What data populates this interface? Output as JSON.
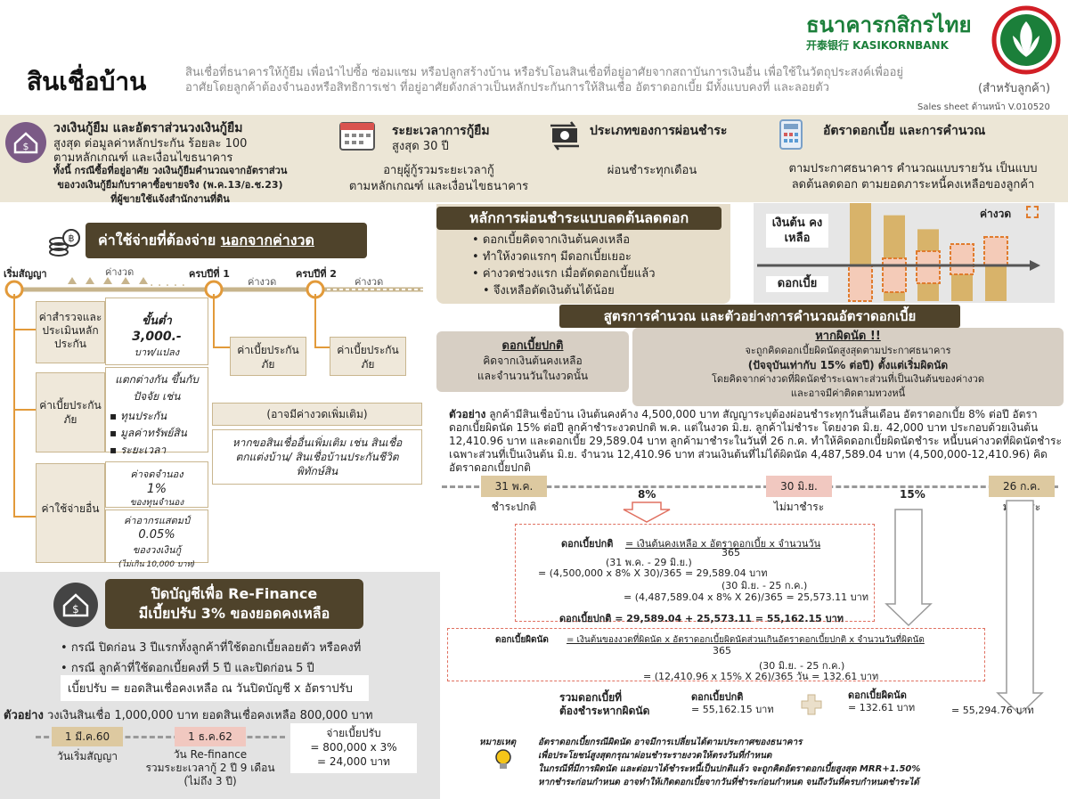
{
  "brand": {
    "name_th": "ธนาคารกสิกรไทย",
    "name_en": "开泰银行 KASIKORNBANK",
    "color": "#1b7f3a"
  },
  "header": {
    "title": "สินเชื่อบ้าน",
    "desc": "สินเชื่อที่ธนาคารให้กู้ยืม เพื่อนำไปซื้อ ซ่อมแซม หรือปลูกสร้างบ้าน หรือรับโอนสินเชื่อที่อยู่อาศัยจากสถาบันการเงินอื่น เพื่อใช้ในวัตถุประสงค์เพื่ออยู่อาศัยโดยลูกค้าต้องจำนองหรือสิทธิการเช่า ที่อยู่อาศัยดังกล่าวเป็นหลักประกันการให้สินเชื่อ อัตราดอกเบี้ย มีทั้งแบบคงที่ และลอยตัว",
    "audience": "(สำหรับลูกค้า)",
    "version": "Sales sheet ด้านหน้า V.010520"
  },
  "features": {
    "loan": {
      "title": "วงเงินกู้ยืม และอัตราส่วนวงเงินกู้ยืม",
      "l1": "สูงสุด ต่อมูลค่าหลักประกัน ร้อยละ 100",
      "l2": "ตามหลักเกณฑ์ และเงื่อนไขธนาคาร",
      "l3": "ทั้งนี้ กรณีซื้อที่อยู่อาศัย วงเงินกู้ยืมคำนวณจากอัตราส่วน",
      "l4": "ของวงเงินกู้ยืมกับราคาซื้อขายจริง (พ.ค.13/อ.ช.23)",
      "l5": "ที่ผู้ขายใช้แจ้งสำนักงานที่ดิน"
    },
    "term": {
      "title": "ระยะเวลาการกู้ยืม",
      "l1": "สูงสุด 30 ปี",
      "l2": "อายุผู้กู้รวมระยะเวลากู้",
      "l3": "ตามหลักเกณฑ์ และเงื่อนไขธนาคาร"
    },
    "repay": {
      "title": "ประเภทของการผ่อนชำระ",
      "l1": "ผ่อนชำระทุกเดือน"
    },
    "rate": {
      "title": "อัตราดอกเบี้ย และการคำนวณ",
      "l1": "ตามประกาศธนาคาร คำนวณแบบรายวัน เป็นแบบ",
      "l2": "ลดต้นลดดอก ตามยอดภาระหนี้คงเหลือของลูกค้า"
    }
  },
  "costs": {
    "title_a": "ค่าใช้จ่ายที่ต้องจ่าย ",
    "title_b": "นอกจากค่างวด",
    "start": "เริ่มสัญญา",
    "inst": "ค่างวด",
    "y1": "ครบปีที่ 1",
    "y2": "ครบปีที่ 2",
    "appraisal": {
      "label": "ค่าสำรวจและประเมินหลักประกัน",
      "min": "ขั้นต่ำ",
      "amount": "3,000.-",
      "unit": "บาท/แปลง"
    },
    "insurance": {
      "label": "ค่าเบี้ยประกันภัย",
      "head": "แตกต่างกัน ขึ้นกับปัจจัย เช่น",
      "b1": "ทุนประกัน",
      "b2": "มูลค่าทรัพย์สิน",
      "b3": "ระยะเวลา"
    },
    "ins_box": "ค่าเบี้ยประกันภัย",
    "may_have": "(อาจมีค่างวดเพิ่มเติม)",
    "extra": "หากขอสินเชื่ออื่นเพิ่มเติม เช่น สินเชื่อตกแต่งบ้าน/ สินเชื่อบ้านประกันชีวิตพิทักษ์สิน",
    "other": {
      "label": "ค่าใช้จ่ายอื่น",
      "mort_a": "ค่าจดจำนอง",
      "mort_b": "1%",
      "mort_c": "ของทุนจำนอง",
      "stamp_a": "ค่าอากรแสตมป์",
      "stamp_b": "0.05%",
      "stamp_c": "ของวงเงินกู้",
      "stamp_d": "(ไม่เกิน 10,000 บาท)"
    }
  },
  "refi": {
    "t1": "ปิดบัญชีเพื่อ Re-Finance",
    "t2": "มีเบี้ยปรับ 3% ของยอดคงเหลือ",
    "b1": "กรณี ปิดก่อน 3 ปีแรกทั้งลูกค้าที่ใช้ดอกเบี้ยลอยตัว หรือคงที่",
    "b2": "กรณี ลูกค้าที่ใช้ดอกเบี้ยคงที่ 5 ปี และปิดก่อน 5 ปี",
    "formula": "เบี้ยปรับ = ยอดสินเชื่อคงเหลือ ณ วันปิดบัญชี x อัตราปรับ",
    "ex_label": "ตัวอย่าง",
    "ex": "วงเงินสินเชื่อ 1,000,000 บาท ยอดสินเชื่อคงเหลือ 800,000 บาท",
    "d1": "1 มี.ค.60",
    "d1l": "วันเริ่มสัญญา",
    "d2": "1 ธ.ค.62",
    "d2l1": "วัน Re-finance",
    "d2l2": "รวมระยะเวลากู้ 2 ปี 9 เดือน",
    "d2l3": "(ไม่ถึง 3 ปี)",
    "pay1": "จ่ายเบี้ยปรับ",
    "pay2": "= 800,000 x 3%",
    "pay3": "= 24,000 บาท"
  },
  "principle": {
    "title": "หลักการผ่อนชำระแบบลดต้นลดดอก",
    "b1": "ดอกเบี้ยคิดจากเงินต้นคงเหลือ",
    "b2": "ทำให้งวดแรกๆ มีดอกเบี้ยเยอะ",
    "b3": "ค่างวดช่วงแรก เมื่อตัดดอกเบี้ยแล้ว",
    "b4": "จึงเหลือตัดเงินต้นได้น้อย",
    "principal": "เงินต้น คงเหลือ",
    "interest": "ดอกเบี้ย",
    "inst": "ค่างวด",
    "bars": [
      1.0,
      0.86,
      0.72,
      0.57,
      0.42
    ]
  },
  "formula": {
    "title": "สูตรการคำนวณ และตัวอย่างการคำนวณอัตราดอกเบี้ย",
    "normal": {
      "t": "ดอกเบี้ยปกติ",
      "l1": "คิดจากเงินต้นคงเหลือ",
      "l2": "และจำนวนวันในงวดนั้น"
    },
    "default": {
      "t": "หากผิดนัด !!",
      "l1": "จะถูกคิดดอกเบี้ยผิดนัดสูงสุดตามประกาศธนาคาร",
      "l2": "(ปัจจุบันเท่ากับ 15% ต่อปี) ตั้งแต่เริ่มผิดนัด",
      "l3": "โดยคิดจากค่างวดที่ผิดนัดชำระเฉพาะส่วนที่เป็นเงินต้นของค่างวด",
      "l4": "และอาจมีค่าติดตามทวงหนี้"
    },
    "ex_label": "ตัวอย่าง",
    "ex": "ลูกค้ามีสินเชื่อบ้าน เงินต้นคงค้าง 4,500,000 บาท สัญญาระบุต้องผ่อนชำระทุกวันสิ้นเดือน อัตราดอกเบี้ย 8% ต่อปี อัตราดอกเบี้ยผิดนัด 15% ต่อปี ลูกค้าชำระงวดปกติ พ.ค. แต่ในงวด มิ.ย. ลูกค้าไม่ชำระ โดยงวด มิ.ย. 42,000 บาท ประกอบด้วยเงินต้น 12,410.96 บาท และดอกเบี้ย 29,589.04 บาท ลูกค้ามาชำระในวันที่ 26 ก.ค. ทำให้คิดดอกเบี้ยผิดนัดชำระ หนี้บนค่างวดที่ผิดนัดชำระเฉพาะส่วนที่เป็นเงินต้น มิ.ย. จำนวน 12,410.96 บาท ส่วนเงินต้นที่ไม่ได้ผิดนัด 4,487,589.04 บาท (4,500,000-12,410.96) คิดอัตราดอกเบี้ยปกติ",
    "t1": "31 พ.ค.",
    "t1l": "ชำระปกติ",
    "t2": "30 มิ.ย.",
    "t2l": "ไม่มาชำระ",
    "t3": "26 ก.ค.",
    "t3l": "มาชำระ",
    "r1": "8%",
    "r2": "15%",
    "c1_label": "ดอกเบี้ยปกติ",
    "c1_eq": "= เงินต้นคงเหลือ x อัตราดอกเบี้ย x จำนวนวัน",
    "c1_den": "365",
    "c1_p1": "(31 พ.ค. - 29 มิ.ย.)",
    "c1_r1": "= (4,500,000 x 8% X 30)/365 = 29,589.04 บาท",
    "c1_p2": "(30 มิ.ย. - 25 ก.ค.)",
    "c1_r2": "= (4,487,589.04 x 8% X 26)/365 = 25,573.11 บาท",
    "c1_tot": "ดอกเบี้ยปกติ = 29,589.04 + 25,573.11 = 55,162.15 บาท",
    "c2_label": "ดอกเบี้ยผิดนัด",
    "c2_eq": "= เงินต้นของงวดที่ผิดนัด x อัตราดอกเบี้ยผิดนัดส่วนเกินอัตราดอกเบี้ยปกติ x จำนวนวันที่ผิดนัด",
    "c2_den": "365",
    "c2_p": "(30 มิ.ย. - 25 ก.ค.)",
    "c2_r": "= (12,410.96 x 15% X 26)/365 วัน = 132.61 บาท",
    "sum_l1": "รวมดอกเบี้ยที่",
    "sum_l2": "ต้องชำระหากผิดนัด",
    "sum_a1": "ดอกเบี้ยปกติ",
    "sum_a2": "= 55,162.15 บาท",
    "sum_b1": "ดอกเบี้ยผิดนัด",
    "sum_b2": "= 132.61 บาท",
    "sum_tot": "= 55,294.76 บาท"
  },
  "note": {
    "label": "หมายเหตุ",
    "l1": "อัตราดอกเบี้ยกรณีผิดนัด อาจมีการเปลี่ยนได้ตามประกาศของธนาคาร",
    "l2": "เพื่อประโยชน์สูงสุดกรุณาผ่อนชำระรายงวดให้ตรงวันที่กำหนด",
    "l3": "ในกรณีที่มีการผิดนัด และต่อมาได้ชำระหนี้เป็นปกติแล้ว จะถูกคิดอัตราดอกเบี้ยสูงสุด MRR+1.50%",
    "l4": "หากชำระก่อนกำหนด อาจทำให้เกิดดอกเบี้ยจากวันที่ชำระก่อนกำหนด จนถึงวันที่ครบกำหนดชำระได้"
  }
}
